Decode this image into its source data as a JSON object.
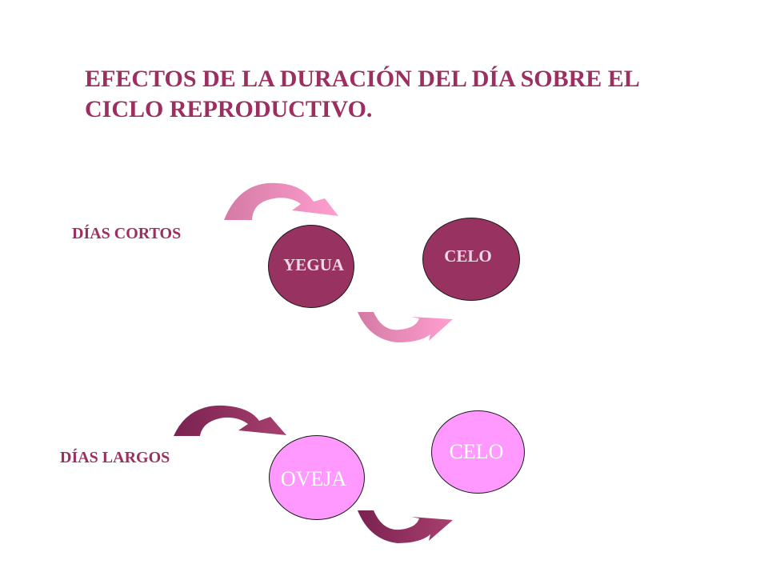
{
  "title": "EFECTOS DE LA DURACIÓN DEL DÍA SOBRE EL CICLO REPRODUCTIVO.",
  "rows": [
    {
      "label": "DÍAS CORTOS",
      "animal": "YEGUA",
      "result": "CELO"
    },
    {
      "label": "DÍAS LARGOS",
      "animal": "OVEJA",
      "result": "CELO"
    }
  ],
  "colors": {
    "title": "#9c2f60",
    "dark_fill": "#973261",
    "light_fill": "#ff99ff",
    "arrow_pink_start": "#d47aa4",
    "arrow_pink_end": "#ff9fd0",
    "arrow_dark_start": "#7d2350",
    "arrow_dark_end": "#a8406f"
  }
}
